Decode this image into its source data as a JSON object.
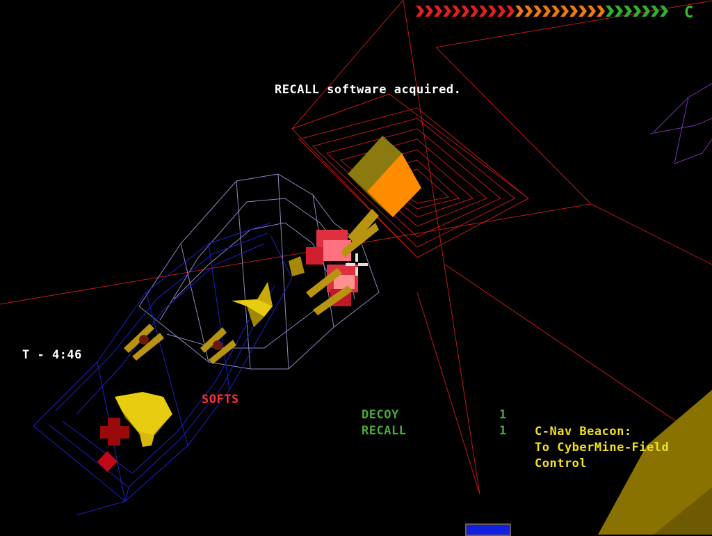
{
  "hud": {
    "message": "RECALL software acquired.",
    "timer": "T - 4:46",
    "softs_label": "SOFTS",
    "mode_letter": "C",
    "health": {
      "segments": 28,
      "red_segments": 11,
      "orange_segments": 10,
      "green_segments": 7
    }
  },
  "inventory": [
    {
      "name": "DECOY",
      "count": "1"
    },
    {
      "name": "RECALL",
      "count": "1"
    }
  ],
  "beacon": {
    "lines": [
      "C-Nav Beacon:",
      "To CyberMine-Field",
      "Control"
    ]
  },
  "colors": {
    "message": "#ffffff",
    "timer": "#ffffff",
    "softs": "#ff3030",
    "inventory_name": "#4caa3a",
    "inventory_count": "#4caa3a",
    "beacon": "#f0e020",
    "health_red": "#e02020",
    "health_orange": "#f07a10",
    "health_green": "#30b030",
    "mode": "#30c030",
    "compass": "#1020e0",
    "wire_red": "#c01818",
    "wire_blue": "#1a22c8",
    "wire_grey": "#8a8ac0",
    "orange_cube": "#ff8c00",
    "gold": "#c8a000"
  }
}
